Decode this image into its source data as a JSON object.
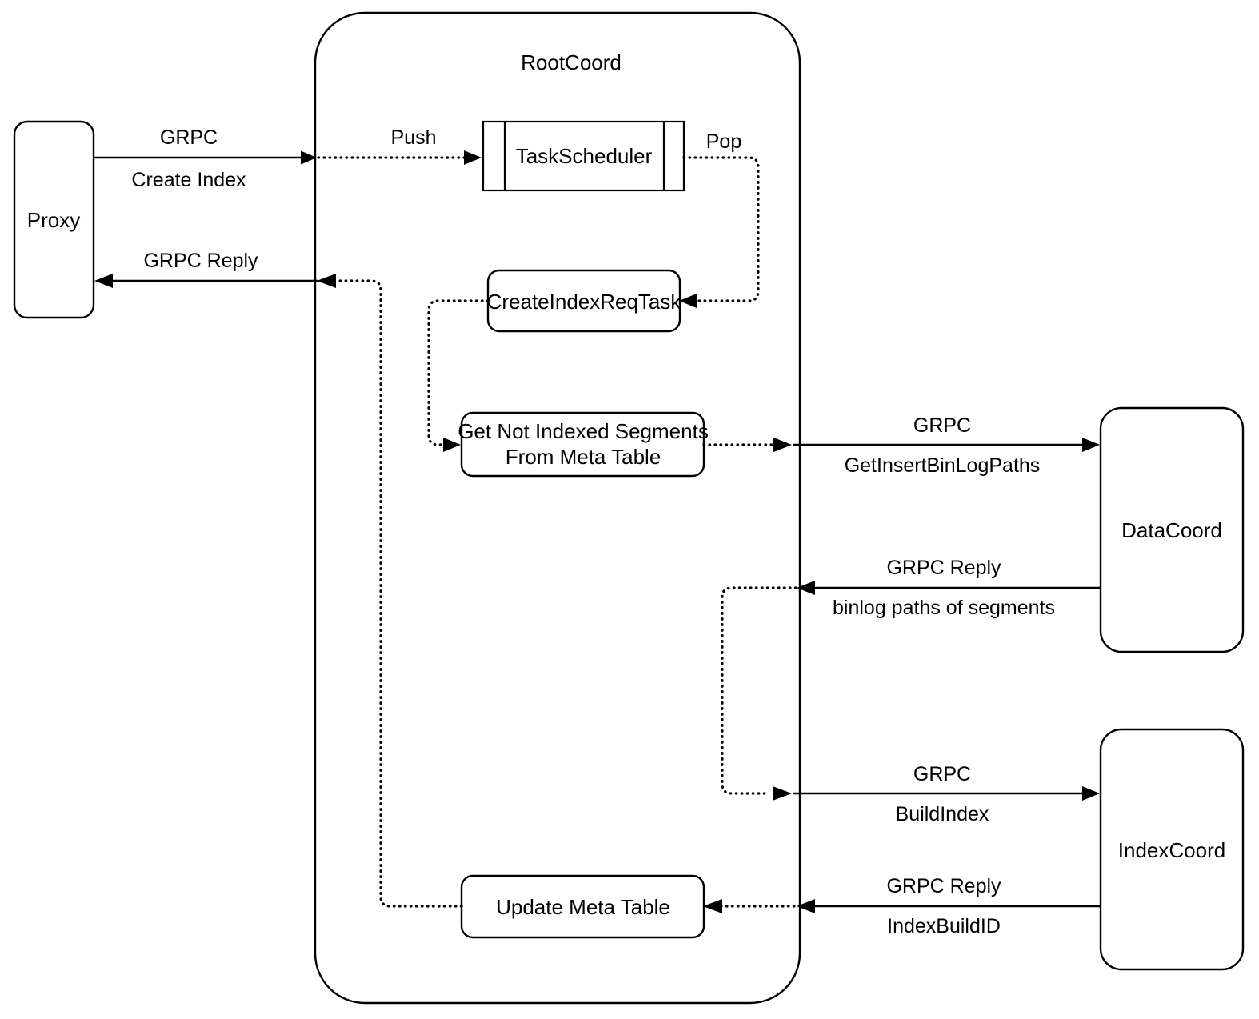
{
  "diagram": {
    "title": "RootCoord",
    "nodes": {
      "proxy": "Proxy",
      "root_coord": "RootCoord",
      "task_scheduler": "TaskScheduler",
      "create_index_req_task": "CreateIndexReqTask",
      "get_not_indexed_segments_line1": "Get Not Indexed Segments",
      "get_not_indexed_segments_line2": "From Meta Table",
      "update_meta_table": "Update Meta Table",
      "data_coord": "DataCoord",
      "index_coord": "IndexCoord"
    },
    "edges": {
      "proxy_to_rootcoord_line1": "GRPC",
      "proxy_to_rootcoord_line2": "Create Index",
      "rootcoord_to_proxy": "GRPC Reply",
      "push": "Push",
      "pop": "Pop",
      "to_datacoord_line1": "GRPC",
      "to_datacoord_line2": "GetInsertBinLogPaths",
      "from_datacoord_line1": "GRPC Reply",
      "from_datacoord_line2": "binlog paths of segments",
      "to_indexcoord_line1": "GRPC",
      "to_indexcoord_line2": "BuildIndex",
      "from_indexcoord_line1": "GRPC Reply",
      "from_indexcoord_line2": "IndexBuildID"
    },
    "colors": {
      "stroke": "#000000",
      "fill": "#ffffff",
      "text": "#000000"
    }
  }
}
